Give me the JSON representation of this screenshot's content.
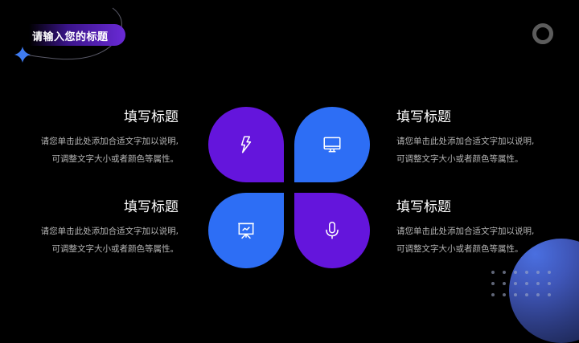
{
  "header": {
    "title": "请输入您的标题"
  },
  "colors": {
    "purple": "#6415dc",
    "blue": "#2d6ef5",
    "background": "#000000",
    "ring": "#5c5c5c"
  },
  "items": [
    {
      "title": "填写标题",
      "desc_line1": "请您单击此处添加合适文字加以说明,",
      "desc_line2": "可调整文字大小或者颜色等属性。",
      "icon": "lightning-icon"
    },
    {
      "title": "填写标题",
      "desc_line1": "请您单击此处添加合适文字加以说明,",
      "desc_line2": "可调整文字大小或者颜色等属性。",
      "icon": "monitor-icon"
    },
    {
      "title": "填写标题",
      "desc_line1": "请您单击此处添加合适文字加以说明,",
      "desc_line2": "可调整文字大小或者颜色等属性。",
      "icon": "presentation-board-icon"
    },
    {
      "title": "填写标题",
      "desc_line1": "请您单击此处添加合适文字加以说明,",
      "desc_line2": "可调整文字大小或者颜色等属性。",
      "icon": "microphone-icon"
    }
  ]
}
